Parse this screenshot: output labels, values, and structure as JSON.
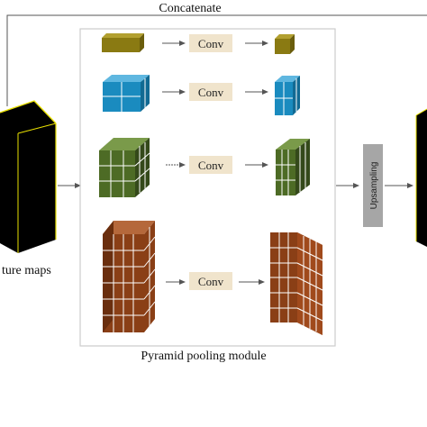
{
  "diagram": {
    "concatenate_label": "Concatenate",
    "feature_maps_label": "ture maps",
    "module_label": "Pyramid pooling module",
    "conv_labels": [
      "Conv",
      "Conv",
      "Conv",
      "Conv"
    ],
    "upsampling_label": "Upsampling",
    "levels": [
      {
        "grid": "1x1",
        "color": "#8a7a12"
      },
      {
        "grid": "2x2",
        "color": "#1a8bbf"
      },
      {
        "grid": "3x3",
        "color": "#4d6b25"
      },
      {
        "grid": "6x6",
        "color": "#8a3f16"
      }
    ],
    "colors": {
      "feature_map": "#000000",
      "feature_map_edge": "#e8e000",
      "conv_box": "#f0e4cc",
      "upsampling_box": "#a6a6a6",
      "module_border": "#cccccc",
      "arrow": "#555555"
    }
  }
}
